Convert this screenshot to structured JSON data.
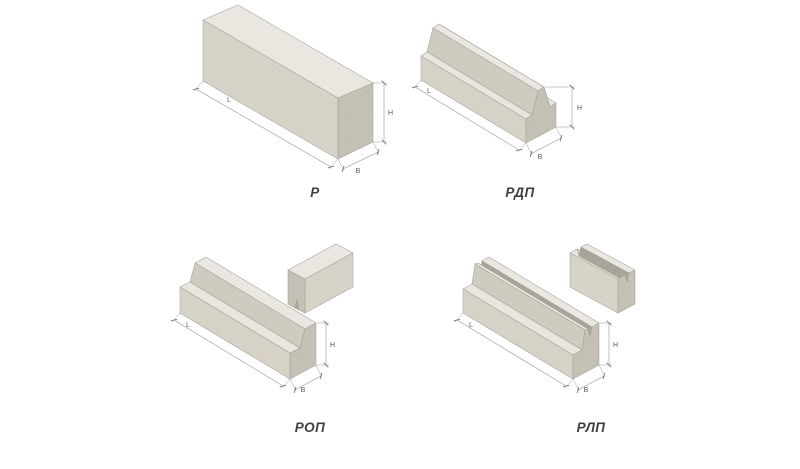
{
  "background": "#ffffff",
  "colors": {
    "beam_top_face": "#eae7e0",
    "beam_shelf_face": "#e9e6df",
    "beam_side_face": "#d7d3c9",
    "beam_slope_face": "#cfcbc0",
    "beam_end_face": "#c5c1b6",
    "groove_shadow": "#a8a499",
    "dimension_line": "#8f8f8f",
    "caption_text": "#3f3f3f"
  },
  "figures": [
    {
      "id": "p",
      "label": "Р",
      "dims": {
        "length": "L",
        "height": "H",
        "width": "B"
      }
    },
    {
      "id": "rdp",
      "label": "РДП",
      "dims": {
        "length": "L",
        "height": "H",
        "width": "B"
      }
    },
    {
      "id": "rop",
      "label": "РОП",
      "dims": {
        "length": "L",
        "height": "H",
        "width": "B"
      }
    },
    {
      "id": "rlp",
      "label": "РЛП",
      "dims": {
        "length": "L",
        "height": "H",
        "width": "B"
      }
    }
  ]
}
